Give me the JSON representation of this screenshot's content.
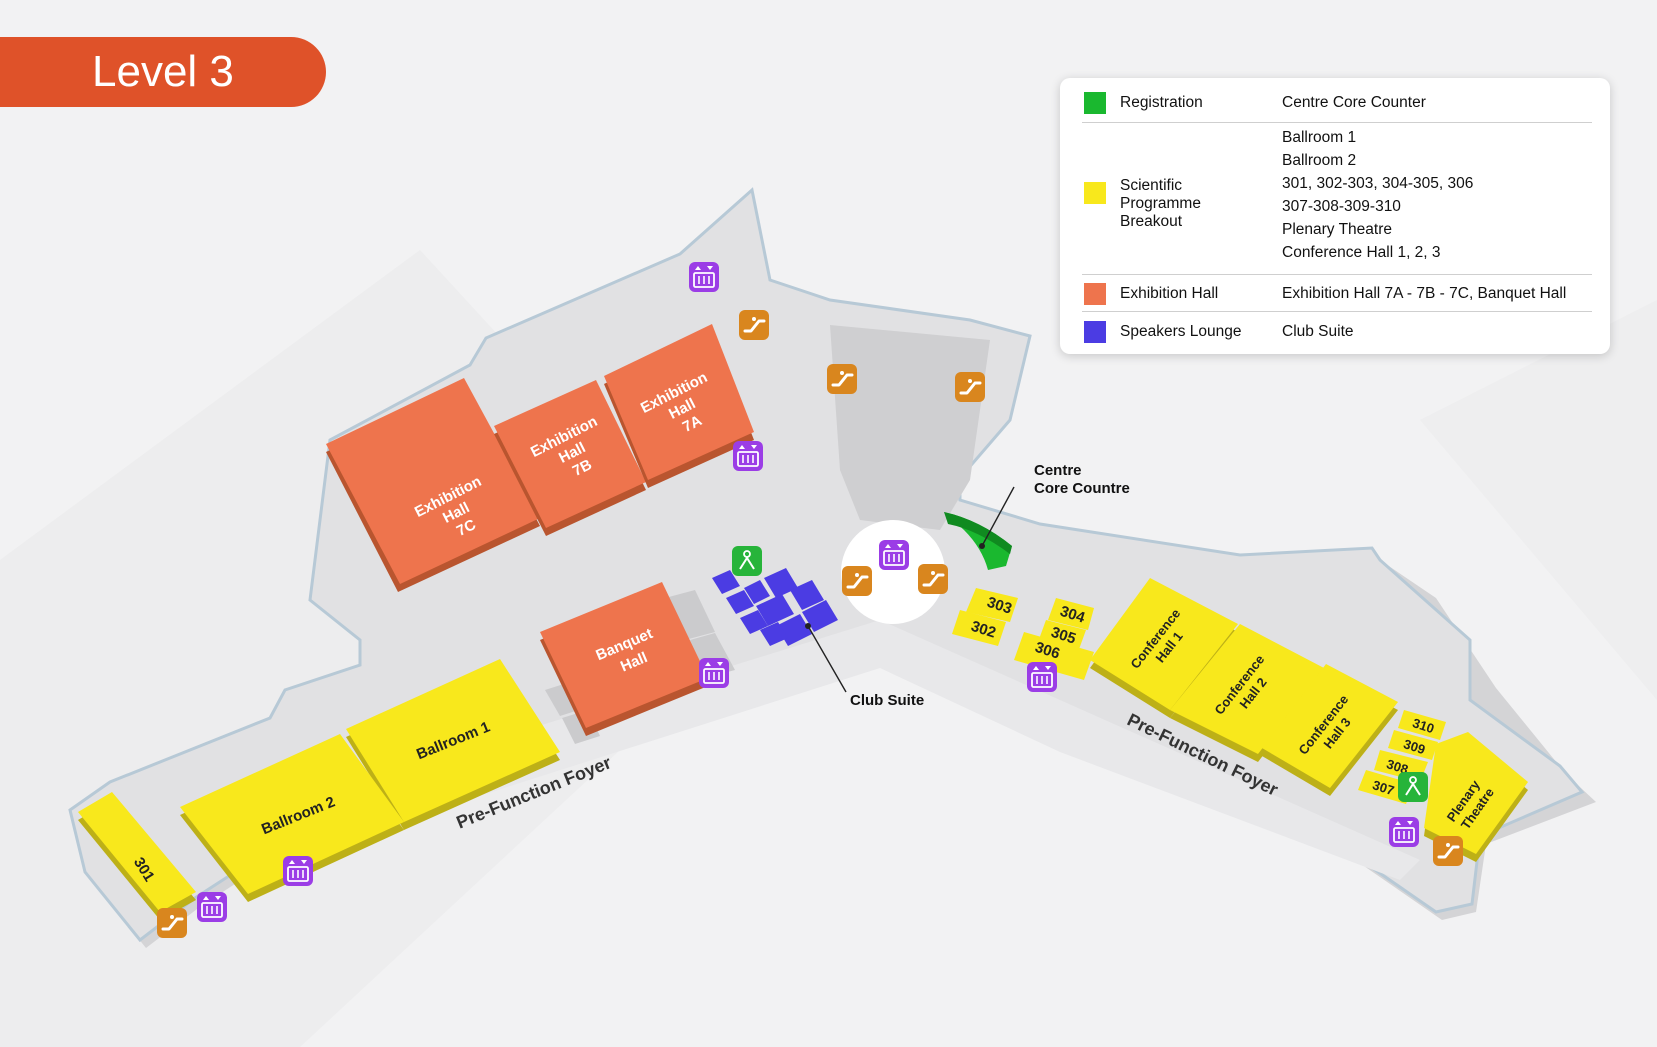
{
  "header": {
    "level": "Level 3"
  },
  "legend": {
    "items": [
      {
        "category": [
          "Registration"
        ],
        "color": "#1ab82f",
        "values": [
          "Centre Core Counter"
        ]
      },
      {
        "category": [
          "Scientific",
          "Programme",
          "Breakout"
        ],
        "color": "#f8e81c",
        "values": [
          "Ballroom 1",
          "Ballroom 2",
          "301, 302-303, 304-305, 306",
          "307-308-309-310",
          "Plenary Theatre",
          "Conference Hall 1, 2, 3"
        ]
      },
      {
        "category": [
          "Exhibition Hall"
        ],
        "color": "#ee744d",
        "values": [
          "Exhibition Hall 7A - 7B - 7C, Banquet Hall"
        ]
      },
      {
        "category": [
          "Speakers Lounge"
        ],
        "color": "#4b3ce3",
        "values": [
          "Club Suite"
        ]
      }
    ]
  },
  "rooms": {
    "exhibition_7c": [
      "Exhibition",
      "Hall",
      "7C"
    ],
    "exhibition_7b": [
      "Exhibition",
      "Hall",
      "7B"
    ],
    "exhibition_7a": [
      "Exhibition",
      "Hall",
      "7A"
    ],
    "banquet": [
      "Banquet",
      "Hall"
    ],
    "ballroom_1": "Ballroom 1",
    "ballroom_2": "Ballroom 2",
    "r301": "301",
    "r302": "302",
    "r303": "303",
    "r304": "304",
    "r305": "305",
    "r306": "306",
    "r307": "307",
    "r308": "308",
    "r309": "309",
    "r310": "310",
    "conf_1": [
      "Conference",
      "Hall 1"
    ],
    "conf_2": [
      "Conference",
      "Hall 2"
    ],
    "conf_3": [
      "Conference",
      "Hall 3"
    ],
    "plenary": [
      "Plenary",
      "Theatre"
    ]
  },
  "foyers": {
    "left": "Pre-Function Foyer",
    "right": "Pre-Function Foyer"
  },
  "callouts": {
    "centre_core": [
      "Centre",
      "Core Countre"
    ],
    "club_suite": "Club Suite"
  },
  "icons": {
    "lift": "lift-icon",
    "escalator": "escalator-icon",
    "registration": "registration-icon"
  }
}
